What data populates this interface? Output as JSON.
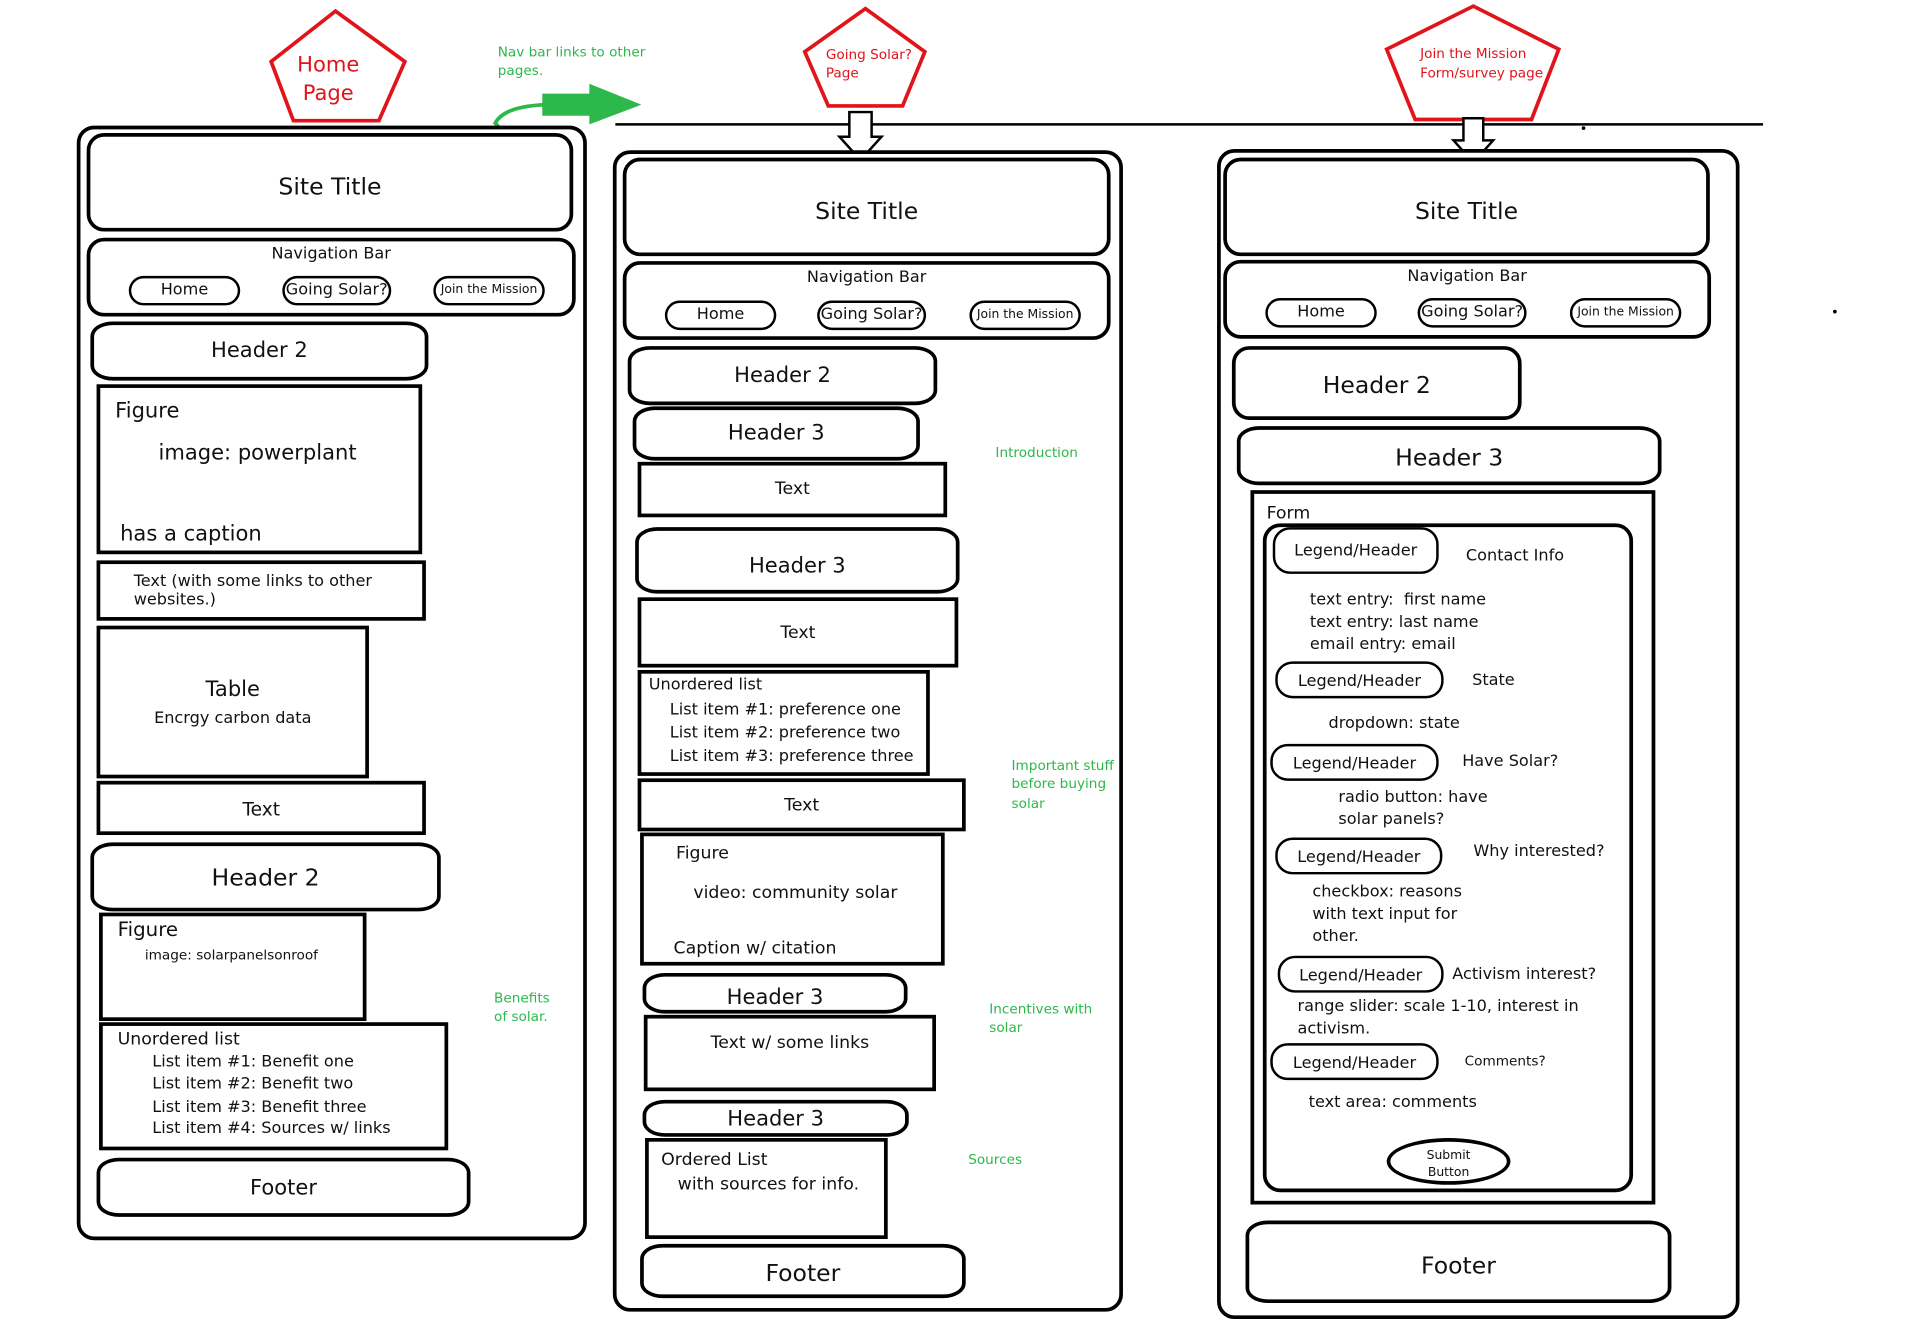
{
  "pages": {
    "home": {
      "label": "Home\nPage",
      "site_title": "Site Title",
      "nav_bar": "Navigation Bar",
      "nav": [
        "Home",
        "Going Solar?",
        "Join the Mission"
      ],
      "header2_a": "Header 2",
      "figure1": {
        "label": "Figure",
        "image": "image: powerplant",
        "caption": "has a caption"
      },
      "text_links": "Text (with some links to other websites.)",
      "table": {
        "label": "Table",
        "desc": "Encrgy carbon data"
      },
      "text": "Text",
      "header2_b": "Header 2",
      "figure2": {
        "label": "Figure",
        "image": "image: solarpanelsonroof"
      },
      "ulist": {
        "label": "Unordered list",
        "items": [
          "List item #1: Benefit one",
          "List item #2: Benefit two",
          "List item #3: Benefit three",
          "List item #4: Sources w/ links"
        ]
      },
      "footer": "Footer"
    },
    "going_solar": {
      "label": "Going Solar?\nPage",
      "site_title": "Site Title",
      "nav_bar": "Navigation Bar",
      "nav": [
        "Home",
        "Going Solar?",
        "Join the Mission"
      ],
      "header2": "Header 2",
      "h3_intro": "Header 3",
      "text_intro": "Text",
      "h3_important": "Header 3",
      "text_important": "Text",
      "ulist": {
        "label": "Unordered list",
        "items": [
          "List item #1: preference one",
          "List item #2: preference two",
          "List item #3: preference three"
        ]
      },
      "text_after_list": "Text",
      "figure": {
        "label": "Figure",
        "video": "video: community solar",
        "caption": "Caption w/ citation"
      },
      "h3_incentives": "Header 3",
      "text_links": "Text w/ some links",
      "h3_sources": "Header 3",
      "olist": "Ordered List\n   with sources for info.",
      "footer": "Footer"
    },
    "join": {
      "label": "Join the Mission\nForm/survey page",
      "site_title": "Site Title",
      "nav_bar": "Navigation Bar",
      "nav": [
        "Home",
        "Going Solar?",
        "Join the Mission"
      ],
      "header2": "Header 2",
      "header3": "Header 3",
      "form": {
        "label": "Form",
        "sections": [
          {
            "legend": "Legend/Header",
            "title": "Contact Info",
            "desc": "text entry:  first name\ntext entry: last name\nemail entry: email"
          },
          {
            "legend": "Legend/Header",
            "title": "State",
            "desc": "dropdown: state"
          },
          {
            "legend": "Legend/Header",
            "title": "Have Solar?",
            "desc": "radio button: have\nsolar panels?"
          },
          {
            "legend": "Legend/Header",
            "title": "Why interested?",
            "desc": "checkbox: reasons\nwith text input for\nother."
          },
          {
            "legend": "Legend/Header",
            "title": "Activism interest?",
            "desc": "range slider: scale 1-10, interest in\nactivism."
          },
          {
            "legend": "Legend/Header",
            "title": "Comments?",
            "desc": "text area: comments"
          }
        ],
        "submit": "Submit\nButton"
      },
      "footer": "Footer"
    }
  },
  "annotations": {
    "nav_links": "Nav bar links to other\npages.",
    "benefits": "Benefits\nof solar.",
    "introduction": "Introduction",
    "important": "Important stuff\nbefore buying\nsolar",
    "incentives": "Incentives with\nsolar",
    "sources": "Sources"
  },
  "colors": {
    "annotation": "#2db84b",
    "page_label": "#e0141a",
    "stroke": "#000000"
  }
}
